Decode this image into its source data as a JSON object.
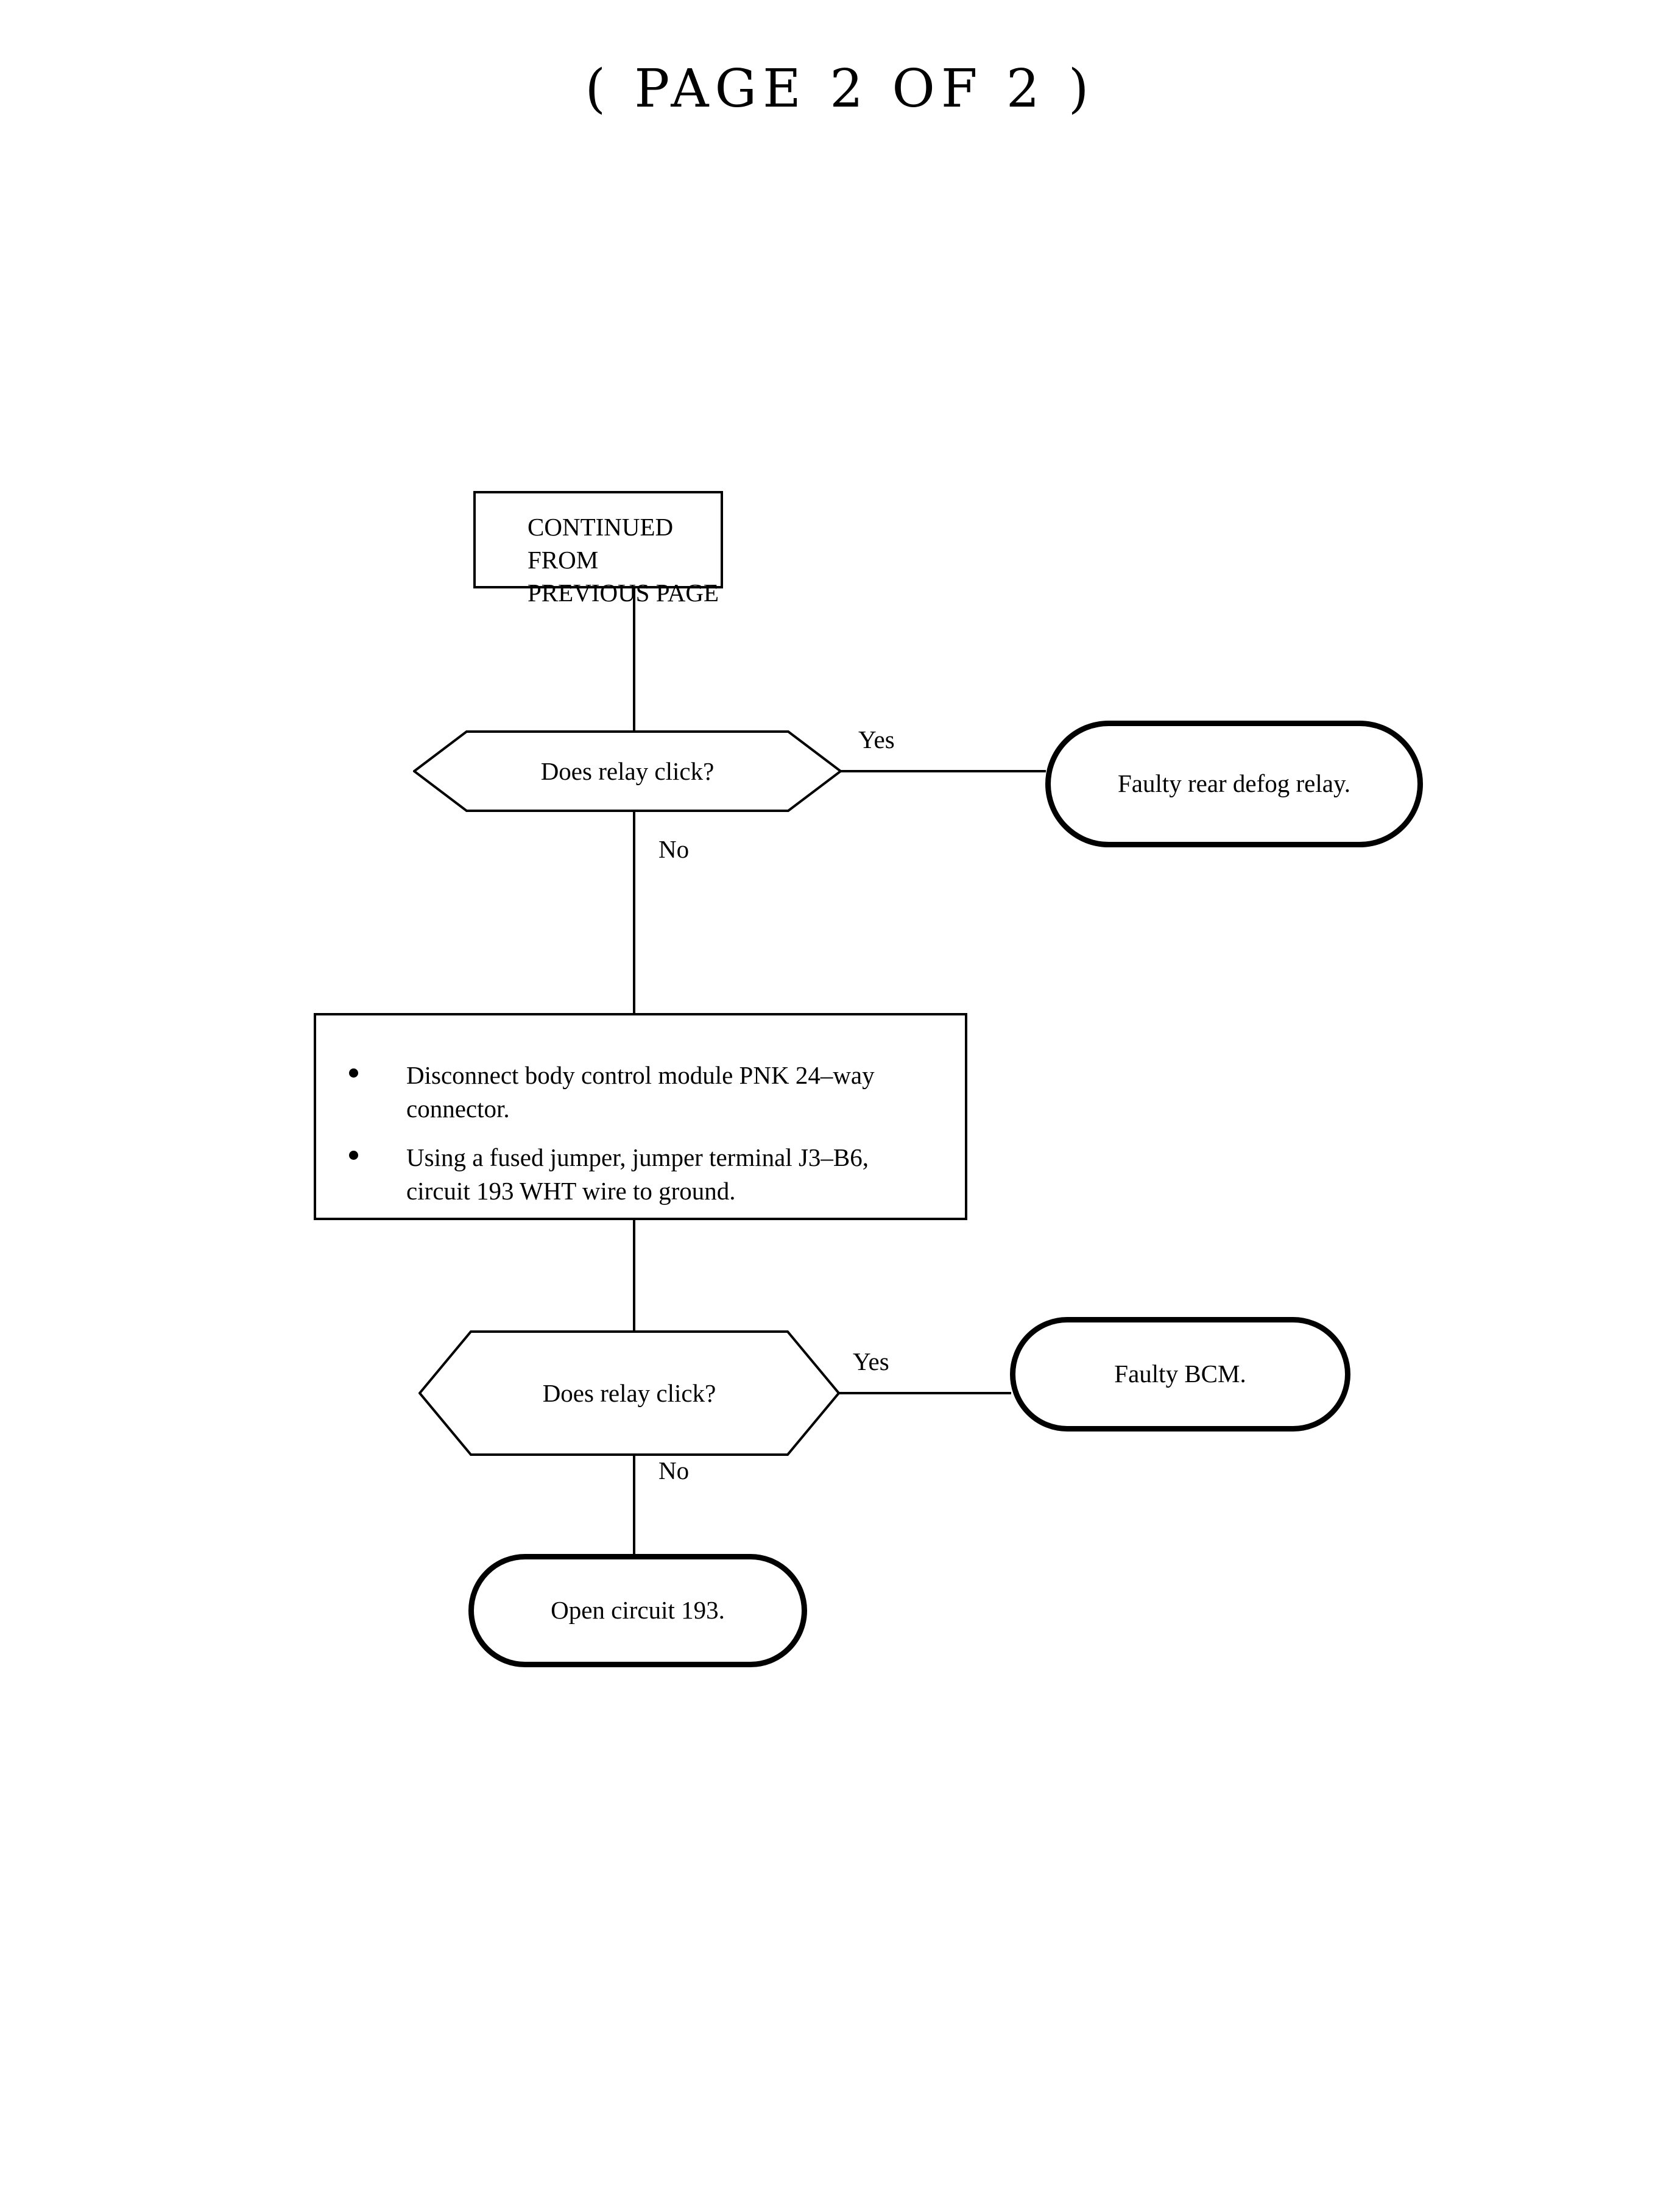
{
  "document": {
    "title": "( PAGE 2 OF 2 )"
  },
  "flowchart": {
    "type": "diagnostic-decision-flowchart",
    "nodes": {
      "continued": {
        "shape": "process-box",
        "text": "CONTINUED FROM\nPREVIOUS PAGE"
      },
      "decision1": {
        "shape": "decision-hexagon",
        "text": "Does relay click?"
      },
      "outcome1": {
        "shape": "terminal-stadium",
        "text": "Faulty rear defog relay."
      },
      "instructions": {
        "shape": "process-box",
        "bullets": [
          "Disconnect body control module PNK 24–way connector.",
          "Using a fused jumper, jumper terminal J3–B6, circuit 193 WHT wire to ground."
        ]
      },
      "decision2": {
        "shape": "decision-hexagon",
        "text": "Does relay click?"
      },
      "outcome2": {
        "shape": "terminal-stadium",
        "text": "Faulty BCM."
      },
      "outcome3": {
        "shape": "terminal-stadium",
        "text": "Open circuit 193."
      }
    },
    "edge_labels": {
      "decision1_yes": "Yes",
      "decision1_no": "No",
      "decision2_yes": "Yes",
      "decision2_no": "No"
    }
  },
  "colors": {
    "ink": "#000000",
    "paper": "#ffffff"
  }
}
